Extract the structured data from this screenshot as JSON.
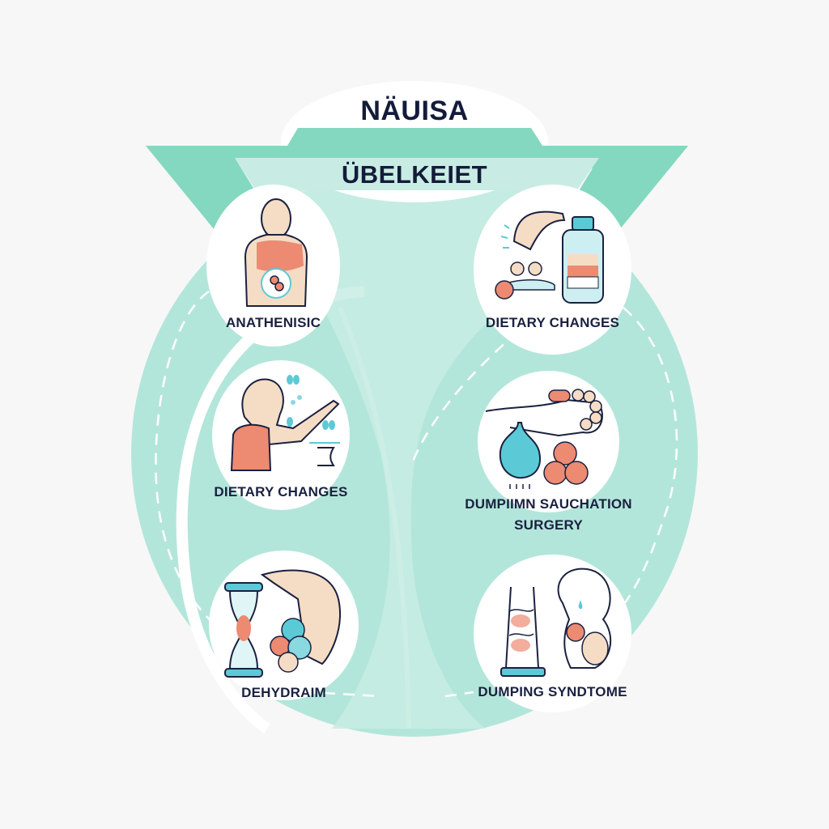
{
  "header": {
    "title": "NÄUISA",
    "subtitle": "ÜBELKEIET"
  },
  "colors": {
    "background": "#f7f7f7",
    "banner_teal": "#84d8bf",
    "circle_mint": "#b3e6da",
    "funnel_light": "#c8ece3",
    "text_dark": "#141b3a",
    "skin": "#f5dcc4",
    "coral": "#ec8a72",
    "aqua": "#5ccad6"
  },
  "nodes": [
    {
      "id": "anathenisic",
      "label": "ANATHENISIC",
      "icon": "torso-stomach-icon",
      "position": "top-left"
    },
    {
      "id": "dietary-changes-top",
      "label": "DIETARY CHANGES",
      "icon": "hand-pills-bottle-icon",
      "position": "top-right"
    },
    {
      "id": "dietary-changes-mid",
      "label": "DIETARY CHANGES",
      "icon": "person-reaching-icon",
      "position": "middle-left"
    },
    {
      "id": "dumping-surgery",
      "label_line1": "DUMPIIMN SAUCHATION",
      "label_line2": "SURGERY",
      "icon": "hand-stomach-spheres-icon",
      "position": "middle-right"
    },
    {
      "id": "dehydraim",
      "label": "DEHYDRAIM",
      "icon": "hourglass-hand-icon",
      "position": "bottom-left"
    },
    {
      "id": "dumping-syndtome",
      "label": "DUMPING SYNDTOME",
      "icon": "intestine-person-icon",
      "position": "bottom-right"
    }
  ]
}
